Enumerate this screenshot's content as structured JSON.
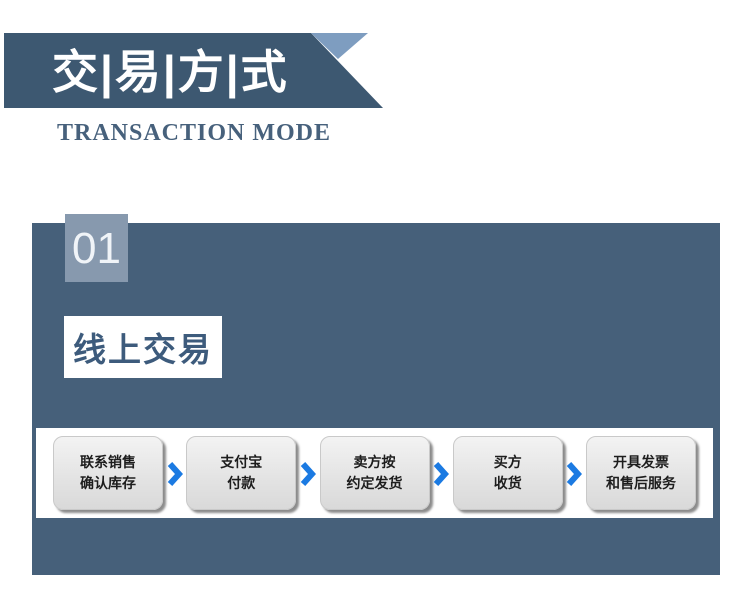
{
  "header": {
    "title_cn": "交|易|方|式",
    "subtitle_en": "TRANSACTION MODE"
  },
  "section": {
    "number": "01",
    "title": "线上交易"
  },
  "flow": {
    "steps": [
      {
        "line1": "联系销售",
        "line2": "确认库存"
      },
      {
        "line1": "支付宝",
        "line2": "付款"
      },
      {
        "line1": "卖方按",
        "line2": "约定发货"
      },
      {
        "line1": "买方",
        "line2": "收货"
      },
      {
        "line1": "开具发票",
        "line2": "和售后服务"
      }
    ]
  },
  "colors": {
    "banner_dark": "#3d5871",
    "banner_fold": "#7e9dc0",
    "panel": "#46607a",
    "badge": "#8799ae",
    "subtitle_text": "#47617c",
    "section_title_text": "#3d5b7c",
    "arrow_blue": "#1b7ae2",
    "step_box_bg": "#e9e9e9",
    "step_text": "#1d1d1d"
  }
}
